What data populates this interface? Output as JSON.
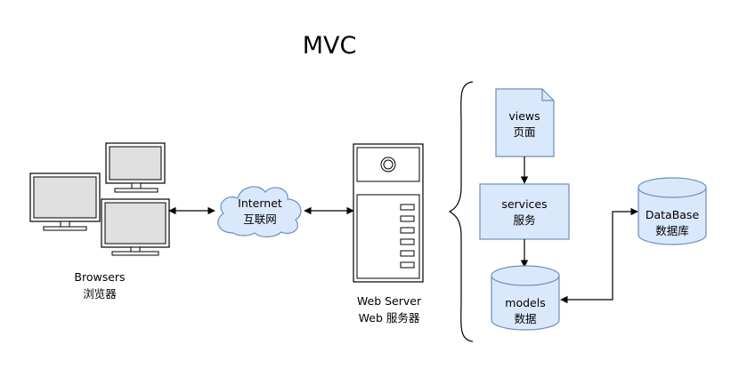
{
  "title": "MVC",
  "browsers": {
    "label_en": "Browsers",
    "label_zh": "浏览器"
  },
  "internet": {
    "label_en": "Internet",
    "label_zh": "互联网"
  },
  "webserver": {
    "label_en": "Web Server",
    "label_zh": "Web 服务器"
  },
  "views": {
    "label_en": "views",
    "label_zh": "页面"
  },
  "services": {
    "label_en": "services",
    "label_zh": "服务"
  },
  "models": {
    "label_en": "models",
    "label_zh": "数据"
  },
  "database": {
    "label_en": "DataBase",
    "label_zh": "数据库"
  },
  "colors": {
    "node_fill": "#dae8fc",
    "node_stroke": "#6c8ebf",
    "line": "#000000",
    "monitor_screen": "#e0e0e0"
  }
}
